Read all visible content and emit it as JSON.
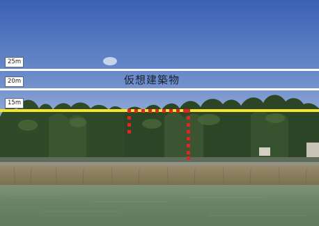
{
  "height_lines": [
    {
      "label": "25m",
      "color": "#ffffff"
    },
    {
      "label": "20m",
      "color": "#ffffff"
    },
    {
      "label": "15m",
      "color": "#f5e62a"
    }
  ],
  "caption": "仮想建築物",
  "colors": {
    "sky_top": "#3b63b5",
    "sky_bottom": "#9fb4d8",
    "trees": "#2f4a2a",
    "reeds": "#8a7a5e",
    "water": "#6e8468",
    "outline_dots": "#e0261f",
    "line_15m": "#f5e62a",
    "line_20m_25m": "#ffffff"
  }
}
